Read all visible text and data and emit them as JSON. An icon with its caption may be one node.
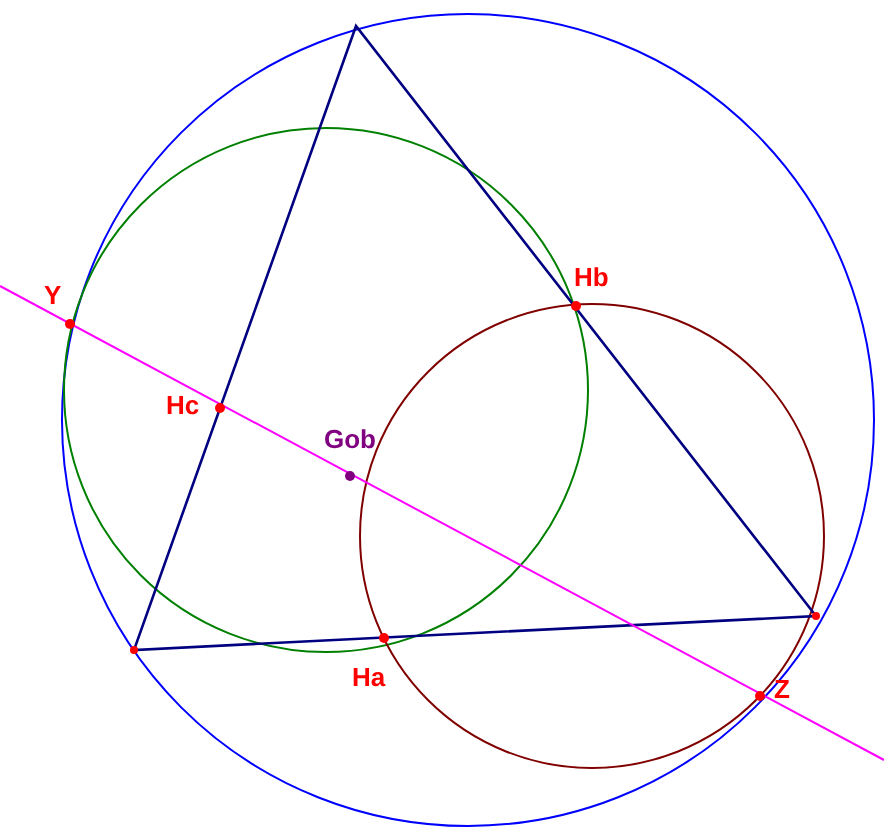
{
  "diagram": {
    "labels": [
      "Hb",
      "Y",
      "Hc",
      "Gob",
      "Ha",
      "Z"
    ]
  }
}
